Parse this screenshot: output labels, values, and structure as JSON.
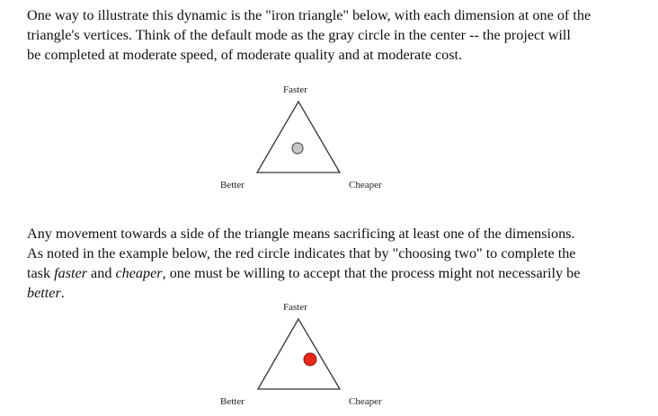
{
  "paragraph1": {
    "lines": [
      "One way to illustrate this dynamic is the \"iron triangle\" below, with each dimension at one of the",
      "triangle's vertices.  Think of the default mode as the gray circle in the center -- the project will",
      "be completed at moderate speed, of moderate quality and at moderate cost."
    ]
  },
  "diagram1": {
    "top_label": "Faster",
    "left_label": "Better",
    "right_label": "Cheaper",
    "circle_color": "#c8c8c8"
  },
  "paragraph2": {
    "line1": "Any movement towards a side of the triangle means sacrificing at least one of the dimensions.",
    "line2": "As noted in the example below, the red circle indicates that by \"choosing two\" to complete the",
    "line3_a": "task ",
    "line3_b": "faster",
    "line3_c": " and ",
    "line3_d": "cheaper",
    "line3_e": ", one must be willing to accept that the process might not necessarily be",
    "line4_a": "better",
    "line4_b": "."
  },
  "diagram2": {
    "top_label": "Faster",
    "left_label": "Better",
    "right_label": "Cheaper",
    "circle_color": "#e8281a"
  }
}
